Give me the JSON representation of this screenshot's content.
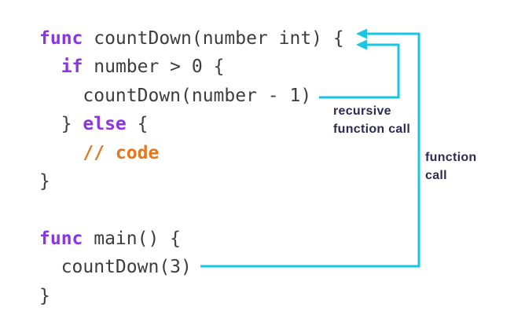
{
  "colors": {
    "background": "#ffffff",
    "code": "#3d3d3d",
    "keyword": "#8a34e8",
    "comment": "#e2771c",
    "arrow": "#18c6e2",
    "label": "#2b2b55"
  },
  "code": {
    "language": "go",
    "lines": [
      [
        {
          "t": "func",
          "c": "keyword"
        },
        {
          "t": " countDown(number int) {",
          "c": "code"
        }
      ],
      [
        {
          "t": "  ",
          "c": "code"
        },
        {
          "t": "if",
          "c": "keyword"
        },
        {
          "t": " number > 0 {",
          "c": "code"
        }
      ],
      [
        {
          "t": "    countDown(number - 1)",
          "c": "code"
        }
      ],
      [
        {
          "t": "  } ",
          "c": "code"
        },
        {
          "t": "else",
          "c": "keyword"
        },
        {
          "t": " {",
          "c": "code"
        }
      ],
      [
        {
          "t": "    ",
          "c": "code"
        },
        {
          "t": "// code",
          "c": "comment"
        }
      ],
      [
        {
          "t": "}",
          "c": "code"
        }
      ],
      [],
      [
        {
          "t": "func",
          "c": "keyword"
        },
        {
          "t": " main() {",
          "c": "code"
        }
      ],
      [
        {
          "t": "  countDown(3)",
          "c": "code"
        }
      ],
      [
        {
          "t": "}",
          "c": "code"
        }
      ]
    ]
  },
  "annotations": {
    "recursive_call": {
      "line1": "recursive",
      "line2": "function call"
    },
    "function_call": {
      "line1": "function",
      "line2": "call"
    }
  }
}
